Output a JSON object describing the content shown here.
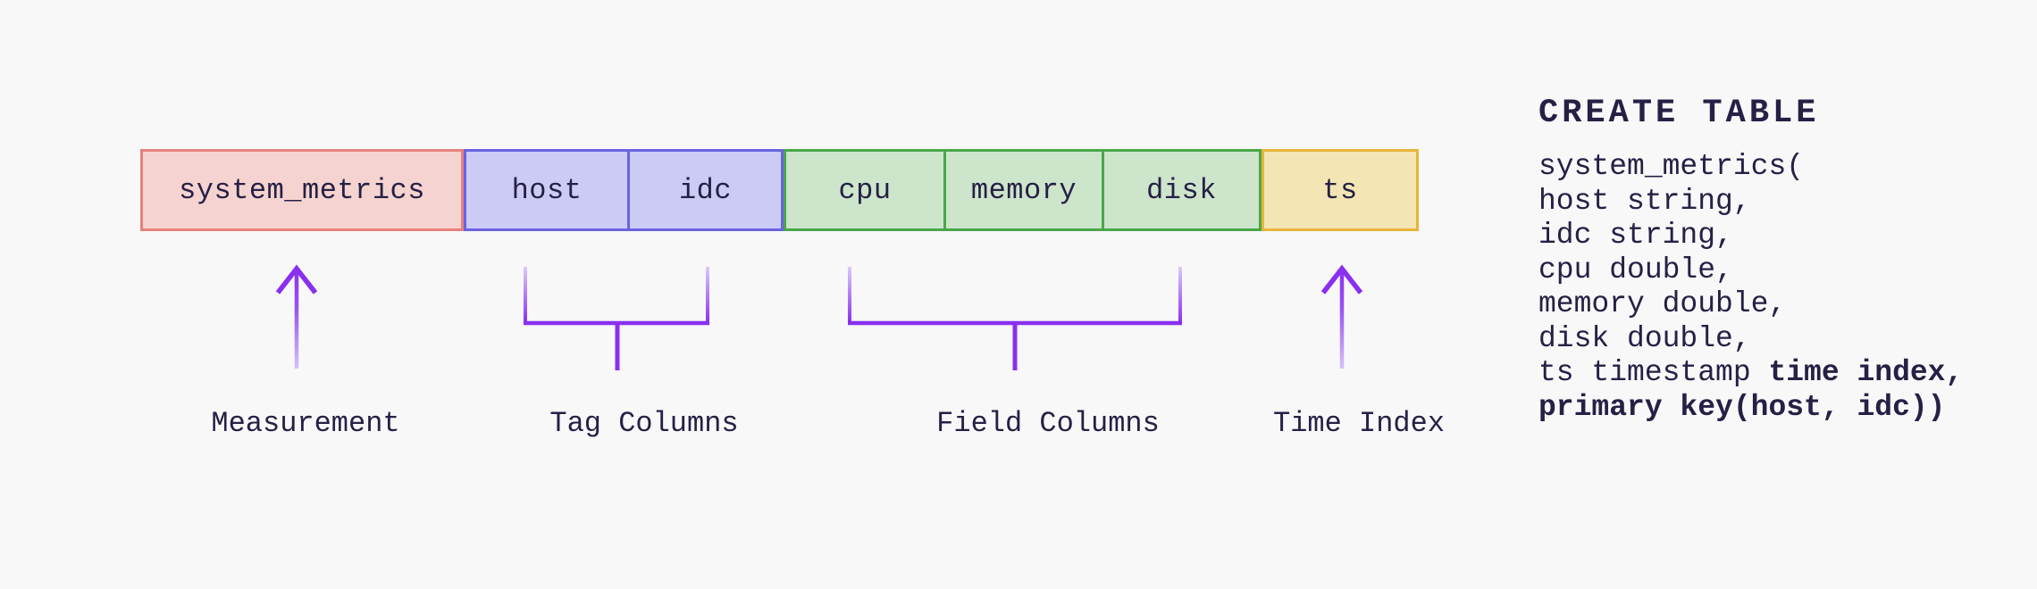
{
  "diagram": {
    "boxes": {
      "measurement": {
        "label": "system_metrics"
      },
      "tags": [
        {
          "label": "host"
        },
        {
          "label": "idc"
        }
      ],
      "fields": [
        {
          "label": "cpu"
        },
        {
          "label": "memory"
        },
        {
          "label": "disk"
        }
      ],
      "time": {
        "label": "ts"
      }
    },
    "labels": {
      "measurement": "Measurement",
      "tags": "Tag Columns",
      "fields": "Field Columns",
      "time": "Time Index"
    }
  },
  "sql": {
    "header": "CREATE TABLE",
    "lines": [
      "system_metrics(",
      "host string,",
      "idc string,",
      "cpu double,",
      "memory double,",
      "disk double,"
    ],
    "ts_line_normal": "ts timestamp ",
    "ts_line_bold": "time index,",
    "primary_key_line_bold": "primary key(host, idc))"
  },
  "palette": {
    "background": "#f8f8f9",
    "text": "#262045",
    "measurement_fill": "#f5d3d0",
    "measurement_border": "#e8817c",
    "tag_fill": "#cbcbf5",
    "tag_border": "#6a63e0",
    "field_fill": "#cde5cb",
    "field_border": "#4aa74b",
    "time_fill": "#f3e6b4",
    "time_border": "#e9b43a",
    "annotation_purple": "#8a2ff0",
    "annotation_purple_light": "#dccbf9"
  }
}
